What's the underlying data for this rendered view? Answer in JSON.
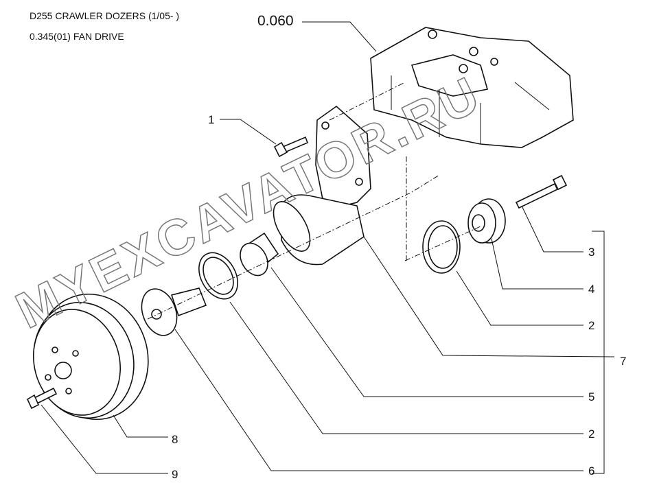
{
  "header": {
    "model": "D255 CRAWLER DOZERS (1/05- )",
    "section": "0.345(01) FAN DRIVE"
  },
  "reference": "0.060",
  "watermark": "MYEXCAVATOR.RU",
  "callouts": [
    "1",
    "3",
    "4",
    "2",
    "7",
    "5",
    "2",
    "6",
    "8",
    "9"
  ]
}
